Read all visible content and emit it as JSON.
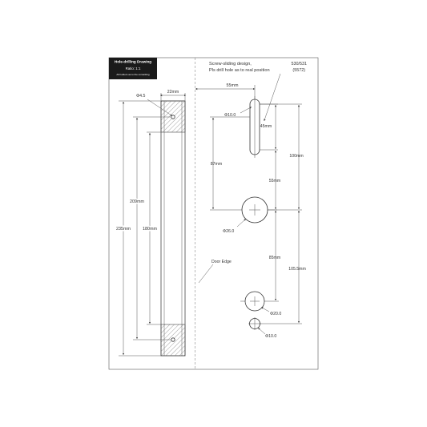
{
  "header": {
    "title": "Hole-drilling Drawing",
    "ratio": "Ratio: 1:1",
    "note": "All holders as to the unmarking"
  },
  "notes": {
    "design_line1": "Screw-sliding design,",
    "design_line2": "Pls drill hole as to real position",
    "model_line1": "530/531",
    "model_line2": "(5572)",
    "door_edge": "Door Edge"
  },
  "dimensions": {
    "phi_4_5": "Φ4.5",
    "w_22": "22mm",
    "h_209": "209mm",
    "h_235": "235mm",
    "h_180": "180mm",
    "d_55_top": "55mm",
    "phi_10_top": "Φ10.0",
    "d_45": "45mm",
    "d_87": "87mm",
    "d_100": "100mm",
    "d_55_mid": "55mm",
    "phi_26": "Φ26.0",
    "d_85": "85mm",
    "d_105_5": "105.5mm",
    "phi_20": "Φ20.0",
    "phi_10_bottom": "Φ10.0"
  },
  "colors": {
    "header_bg": "#1a1a1a",
    "header_text": "#ffffff",
    "line": "#444444",
    "hatch": "#888888"
  }
}
